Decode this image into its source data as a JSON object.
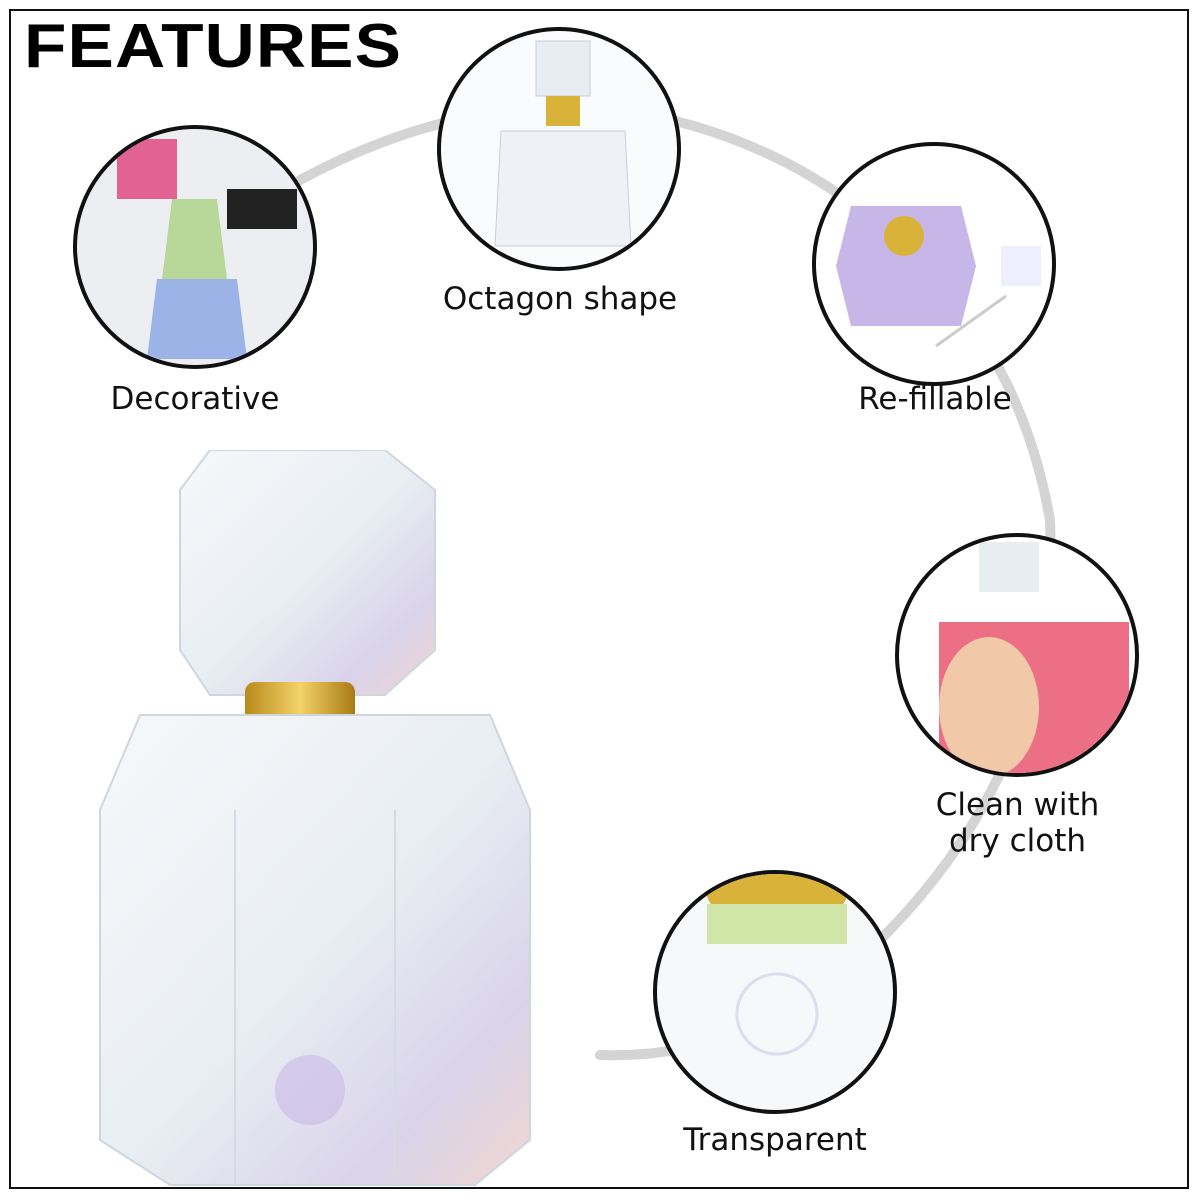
{
  "title": "FEATURES",
  "features": [
    {
      "id": "octagon",
      "label": "Octagon shape"
    },
    {
      "id": "decorative",
      "label": "Decorative"
    },
    {
      "id": "refillable",
      "label": "Re-fillable"
    },
    {
      "id": "clean",
      "label": "Clean with dry cloth",
      "lines": [
        "Clean with",
        "dry cloth"
      ]
    },
    {
      "id": "transparent",
      "label": "Transparent"
    }
  ],
  "colors": {
    "arc": "#d4d4d4",
    "border": "#111111",
    "gold": "#d9b23a"
  }
}
